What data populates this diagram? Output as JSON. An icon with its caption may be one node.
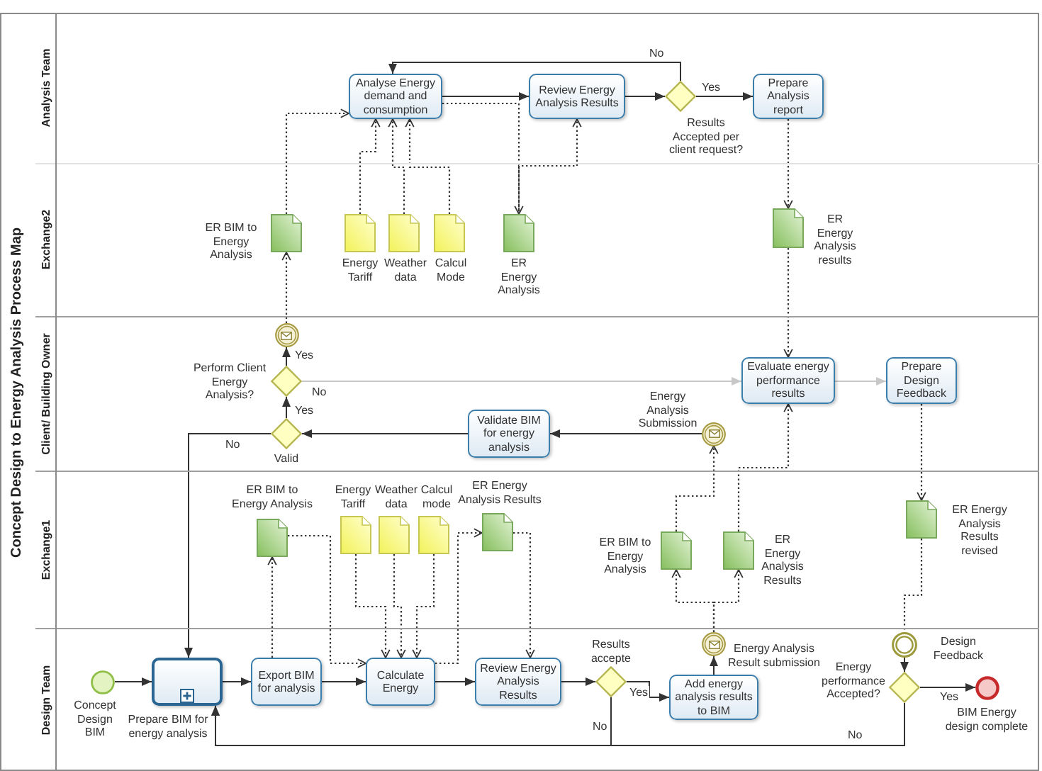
{
  "diagram": {
    "nodes": [
      {
        "text": [
          "Concept Design to Energy Analysis Process Map"
        ]
      },
      {
        "text": [
          "Analysis Team"
        ],
        "in": 0
      },
      {
        "text": [
          "Exchange2"
        ],
        "in": 0
      },
      {
        "text": [
          "Client/ Building Owner"
        ],
        "in": 0
      },
      {
        "text": [
          "Exchange1"
        ],
        "in": 0
      },
      {
        "text": [
          "Design Team"
        ],
        "in": 0
      },
      {
        "text": [
          "Analyse Energy demand and consumption"
        ],
        "in": 1
      },
      {
        "text": [
          "Review Energy Analysis Results"
        ],
        "in": 1
      },
      {
        "text": [
          "Results Accepted per client request?"
        ],
        "in": 1
      },
      {
        "text": [
          "Prepare Analysis report"
        ],
        "in": 1
      },
      {
        "text": [
          "ER BIM to Energy Analysis"
        ],
        "in": 2
      },
      {
        "text": [
          "Energy Tariff"
        ],
        "in": 2
      },
      {
        "text": [
          "Weather data"
        ],
        "in": 2
      },
      {
        "text": [
          "Calcul Mode"
        ],
        "in": 2
      },
      {
        "text": [
          "ER Energy Analysis"
        ],
        "in": 2
      },
      {
        "text": [
          "ER Energy Analysis results"
        ],
        "in": 2
      },
      {
        "text": [],
        "shape": "circle",
        "in": 3
      },
      {
        "text": [
          "Perform Client Energy Analysis?"
        ],
        "in": 3
      },
      {
        "text": [
          "Valid"
        ],
        "in": 3
      },
      {
        "text": [
          "Validate BIM for energy analysis"
        ],
        "in": 3
      },
      {
        "text": [
          "Energy Analysis Submission"
        ],
        "in": 3
      },
      {
        "text": [
          "Evaluate energy performance results"
        ],
        "in": 3
      },
      {
        "text": [
          "Prepare Design Feedback"
        ],
        "in": 3
      },
      {
        "text": [
          "ER BIM to Energy Analysis"
        ],
        "in": 4
      },
      {
        "text": [
          "Energy Tariff"
        ],
        "in": 4
      },
      {
        "text": [
          "Weather data"
        ],
        "in": 4
      },
      {
        "text": [
          "Calcul mode"
        ],
        "in": 4
      },
      {
        "text": [
          "ER Energy Analysis Results"
        ],
        "in": 4
      },
      {
        "text": [
          "ER BIM to Energy Analysis"
        ],
        "in": 4
      },
      {
        "text": [
          "ER Energy Analysis Results"
        ],
        "in": 4
      },
      {
        "text": [
          "ER Energy Analysis Results revised"
        ],
        "in": 4
      },
      {
        "text": [
          "Concept Design BIM"
        ],
        "in": 5
      },
      {
        "text": [
          "Prepare BIM for energy analysis"
        ],
        "in": 5
      },
      {
        "text": [
          "Export BIM for analysis"
        ],
        "in": 5
      },
      {
        "text": [
          "Calculate Energy"
        ],
        "in": 5
      },
      {
        "text": [
          "Review Energy Analysis Results"
        ],
        "in": 5
      },
      {
        "text": [
          "Results accepte"
        ],
        "in": 5
      },
      {
        "text": [
          "Energy Analysis Result submission"
        ],
        "in": 5
      },
      {
        "text": [
          "Add energy analysis results to BIM"
        ],
        "in": 5
      },
      {
        "text": [
          "Design Feedback"
        ],
        "in": 5
      },
      {
        "text": [
          "Energy performance Accepted?"
        ],
        "in": 5
      },
      {
        "text": [
          "BIM Energy design complete"
        ],
        "in": 5
      }
    ],
    "edges": [
      {
        "from": 31,
        "to": 32,
        "arrow": "to"
      },
      {
        "from": 32,
        "to": 33,
        "arrow": "to"
      },
      {
        "from": 33,
        "to": 34,
        "arrow": "to"
      },
      {
        "from": 34,
        "to": 35,
        "arrow": "to"
      },
      {
        "from": 35,
        "to": 36,
        "arrow": "to"
      },
      {
        "from": 36,
        "to": 38,
        "arrow": "to",
        "label": "Yes"
      },
      {
        "from": 36,
        "to": 32,
        "arrow": "to",
        "label": "No"
      },
      {
        "from": 38,
        "to": 37,
        "arrow": "to"
      },
      {
        "from": 39,
        "to": 40,
        "arrow": "to"
      },
      {
        "from": 40,
        "to": 41,
        "arrow": "to",
        "label": "Yes"
      },
      {
        "from": 40,
        "to": 32,
        "arrow": "to",
        "label": "No"
      },
      {
        "from": 18,
        "to": 32,
        "arrow": "to",
        "label": "No"
      },
      {
        "from": 19,
        "to": 18,
        "arrow": "to"
      },
      {
        "from": 18,
        "to": 17,
        "arrow": "to",
        "label": "Yes"
      },
      {
        "from": 17,
        "to": 16,
        "arrow": "to",
        "label": "Yes"
      },
      {
        "from": 17,
        "to": 21,
        "arrow": "to",
        "label": "No",
        "color": "#c8c8c8"
      },
      {
        "from": 21,
        "to": 22,
        "arrow": "to",
        "color": "#c8c8c8"
      },
      {
        "from": 20,
        "to": 19,
        "arrow": "to"
      },
      {
        "from": 6,
        "to": 7,
        "arrow": "to"
      },
      {
        "from": 7,
        "to": 8,
        "arrow": "to"
      },
      {
        "from": 8,
        "to": 9,
        "arrow": "to",
        "label": "Yes"
      },
      {
        "from": 8,
        "to": 6,
        "arrow": "to",
        "label": "No"
      },
      {
        "from": 16,
        "to": 10,
        "arrow": "to",
        "style": "dashed"
      },
      {
        "from": 10,
        "to": 6,
        "arrow": "to",
        "style": "dashed"
      },
      {
        "from": 11,
        "to": 6,
        "arrow": "to",
        "style": "dashed"
      },
      {
        "from": 12,
        "to": 6,
        "arrow": "to",
        "style": "dashed"
      },
      {
        "from": 13,
        "to": 6,
        "arrow": "to",
        "style": "dashed"
      },
      {
        "from": 6,
        "to": 14,
        "arrow": "to",
        "style": "dashed"
      },
      {
        "from": 14,
        "to": 7,
        "arrow": "to",
        "style": "dashed"
      },
      {
        "from": 9,
        "to": 15,
        "arrow": "to",
        "style": "dashed"
      },
      {
        "from": 15,
        "to": 21,
        "arrow": "to",
        "style": "dashed"
      },
      {
        "from": 33,
        "to": 23,
        "arrow": "to",
        "style": "dashed"
      },
      {
        "from": 23,
        "to": 34,
        "arrow": "to",
        "style": "dashed"
      },
      {
        "from": 24,
        "to": 34,
        "arrow": "to",
        "style": "dashed"
      },
      {
        "from": 25,
        "to": 34,
        "arrow": "to",
        "style": "dashed"
      },
      {
        "from": 26,
        "to": 34,
        "arrow": "to",
        "style": "dashed"
      },
      {
        "from": 34,
        "to": 27,
        "arrow": "to",
        "style": "dashed"
      },
      {
        "from": 27,
        "to": 35,
        "arrow": "to",
        "style": "dashed"
      },
      {
        "from": 37,
        "to": 28,
        "arrow": "to",
        "style": "dashed"
      },
      {
        "from": 37,
        "to": 29,
        "arrow": "to",
        "style": "dashed"
      },
      {
        "from": 28,
        "to": 20,
        "arrow": "to",
        "style": "dashed"
      },
      {
        "from": 29,
        "to": 21,
        "arrow": "to",
        "style": "dashed"
      },
      {
        "from": 22,
        "to": 30,
        "arrow": "to",
        "style": "dashed"
      },
      {
        "from": 30,
        "to": 39,
        "arrow": "none",
        "style": "dashed"
      }
    ]
  }
}
